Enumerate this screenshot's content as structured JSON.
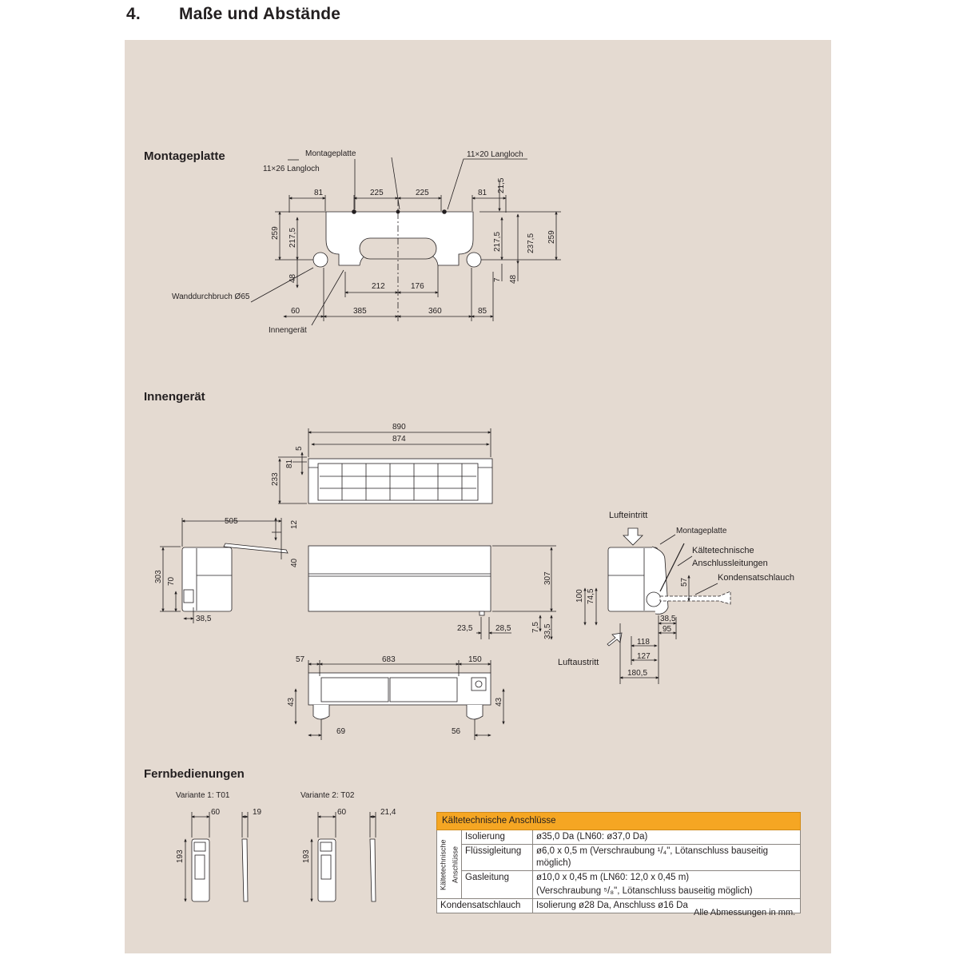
{
  "header": {
    "number": "4.",
    "title": "Maße und Abstände"
  },
  "sections": {
    "montageplatte": "Montageplatte",
    "innengeraet": "Innengerät",
    "fernbedienungen": "Fernbedienungen"
  },
  "mounting_plate": {
    "labels": {
      "montageplatte": "Montageplatte",
      "langloch_left": "11×26 Langloch",
      "langloch_right": "11×20 Langloch",
      "wanddurchbruch": "Wanddurchbruch Ø65",
      "innengeraet": "Innengerät"
    },
    "dims": {
      "top_81_left": "81",
      "top_225_left": "225",
      "top_225_right": "225",
      "top_81_right": "81",
      "top_21_5": "21,5",
      "left_259": "259",
      "left_217_5": "217,5",
      "left_48": "48",
      "right_217_5": "217,5",
      "right_237_5": "237,5",
      "right_259": "259",
      "right_7": "7",
      "right_48": "48",
      "mid_212": "212",
      "mid_176": "176",
      "bot_60": "60",
      "bot_385": "385",
      "bot_360": "360",
      "bot_85": "85"
    }
  },
  "indoor_unit": {
    "front_top": {
      "w_890": "890",
      "w_874": "874",
      "h_5": "5",
      "h_81": "81",
      "h_233": "233"
    },
    "side_left": {
      "w_505": "505",
      "h_12": "12",
      "h_40": "40",
      "h_303": "303",
      "h_70": "70",
      "w_38_5": "38,5"
    },
    "front": {
      "h_307": "307",
      "w_23_5": "23,5",
      "w_28_5": "28,5",
      "h_7_5": "7,5",
      "h_33_5": "33,5"
    },
    "bottom": {
      "w_57": "57",
      "w_683": "683",
      "w_150": "150",
      "h_43_left": "43",
      "h_43_right": "43",
      "w_69": "69",
      "w_56": "56"
    },
    "side_right": {
      "lufteintritt": "Lufteintritt",
      "montageplatte": "Montageplatte",
      "kaeltetechnische": "Kältetechnische",
      "anschlussleitungen": "Anschlussleitungen",
      "kondensatschlauch": "Kondensatschlauch",
      "luftaustritt": "Luftaustritt",
      "h_100": "100",
      "h_74_5": "74,5",
      "h_57": "57",
      "w_38_5": "38,5",
      "w_95": "95",
      "w_118": "118",
      "w_127": "127",
      "w_180_5": "180,5"
    }
  },
  "remotes": {
    "v1": {
      "label": "Variante 1: T01",
      "w": "60",
      "d": "19",
      "h": "193"
    },
    "v2": {
      "label": "Variante 2: T02",
      "w": "60",
      "d": "21,4",
      "h": "193"
    }
  },
  "table": {
    "title": "Kältetechnische Anschlüsse",
    "group_label_1": "Kältetechnische",
    "group_label_2": "Anschlüsse",
    "rows": [
      {
        "label": "Isolierung",
        "value": "ø35,0 Da (LN60: ø37,0 Da)"
      },
      {
        "label": "Flüssigleitung",
        "value": "ø6,0 x 0,5 m (Verschraubung ¹/₄\", Lötanschluss bauseitig möglich)"
      },
      {
        "label": "Gasleitung",
        "value": "ø10,0 x 0,45 m (LN60: 12,0 x 0,45 m)",
        "value2": "(Verschraubung ⁵/₈\", Lötanschluss bauseitig möglich)"
      }
    ],
    "kondensat": {
      "label": "Kondensatschlauch",
      "value": "Isolierung ø28 Da, Anschluss ø16 Da"
    }
  },
  "footnote": "Alle Abmessungen in mm.",
  "colors": {
    "panel": "#e4dad1",
    "table_header": "#f5a623",
    "line": "#231f20"
  }
}
